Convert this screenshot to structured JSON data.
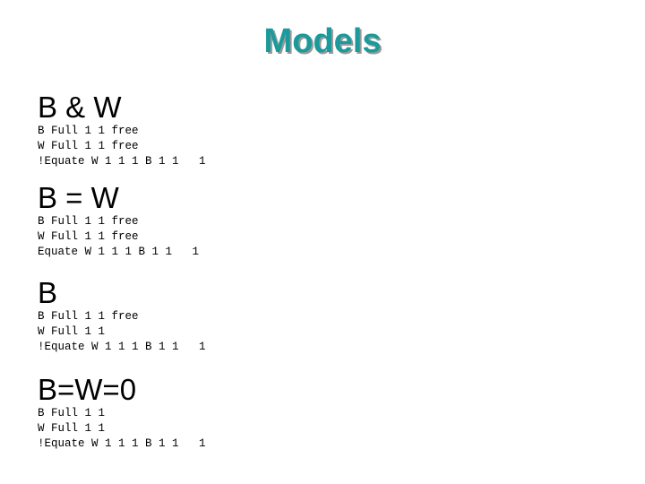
{
  "title": "Models",
  "sections": [
    {
      "heading": "B & W",
      "lines": [
        "B Full 1 1 free",
        "W Full 1 1 free",
        "!Equate W 1 1 1 B 1 1   1"
      ]
    },
    {
      "heading": "B = W",
      "lines": [
        "B Full 1 1 free",
        "W Full 1 1 free",
        "Equate W 1 1 1 B 1 1   1"
      ]
    },
    {
      "heading": "B",
      "lines": [
        "B Full 1 1 free",
        "W Full 1 1",
        "!Equate W 1 1 1 B 1 1   1"
      ]
    },
    {
      "heading": "B=W=0",
      "lines": [
        "B Full 1 1",
        "W Full 1 1",
        "!Equate W 1 1 1 B 1 1   1"
      ]
    }
  ]
}
